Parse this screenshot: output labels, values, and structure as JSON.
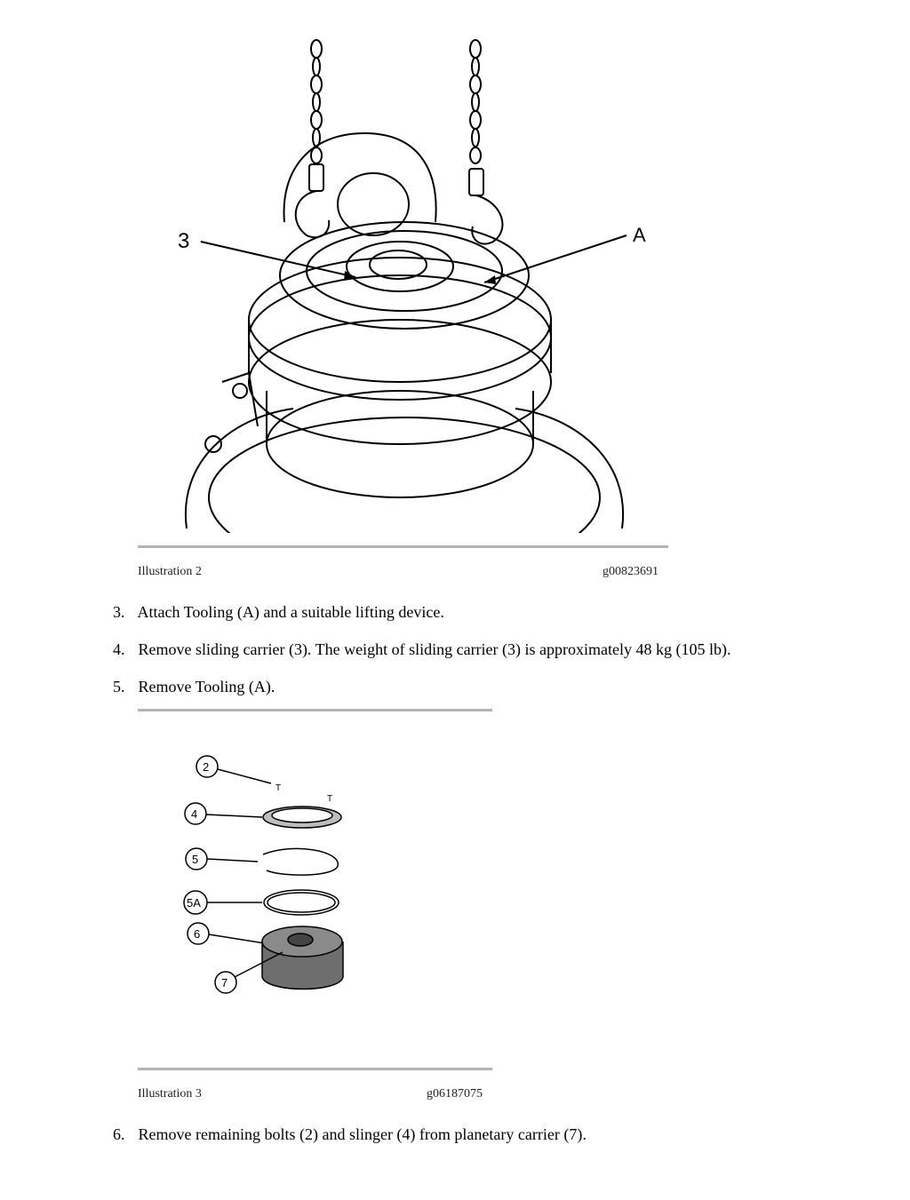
{
  "illustration2": {
    "caption": "Illustration 2",
    "code": "g00823691",
    "callouts": {
      "c3": "3",
      "cA": "A"
    }
  },
  "steps": [
    {
      "num": "3.",
      "text": "Attach Tooling (A) and a suitable lifting device."
    },
    {
      "num": "4.",
      "text": "Remove sliding carrier (3). The weight of sliding carrier (3) is approximately 48 kg (105 lb)."
    },
    {
      "num": "5.",
      "text": "Remove Tooling (A)."
    },
    {
      "num": "6.",
      "text": "Remove remaining bolts (2) and slinger (4) from planetary carrier (7)."
    }
  ],
  "illustration3": {
    "caption": "Illustration 3",
    "code": "g06187075",
    "callouts": {
      "c2": "2",
      "c4": "4",
      "c5": "5",
      "c5A": "5A",
      "c6": "6",
      "c7": "7"
    }
  }
}
